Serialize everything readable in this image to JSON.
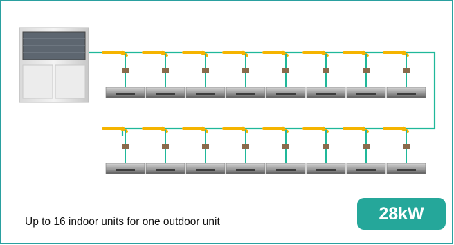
{
  "caption": "Up to 16 indoor units for one outdoor unit",
  "capacity_badge": "28kW",
  "system": {
    "outdoor_units": 1,
    "indoor_units": 16,
    "rows": [
      {
        "name": "row-1",
        "units": 8
      },
      {
        "name": "row-2",
        "units": 8
      }
    ]
  },
  "colors": {
    "pipe": "#20b89a",
    "joint": "#f5b400",
    "valve": "#8a6a4c",
    "badge": "#25a79a",
    "frame": "#2aa0a0"
  },
  "icons": [
    "outdoor-unit-icon",
    "indoor-unit-icon",
    "branch-joint-icon",
    "valve-box-icon"
  ]
}
